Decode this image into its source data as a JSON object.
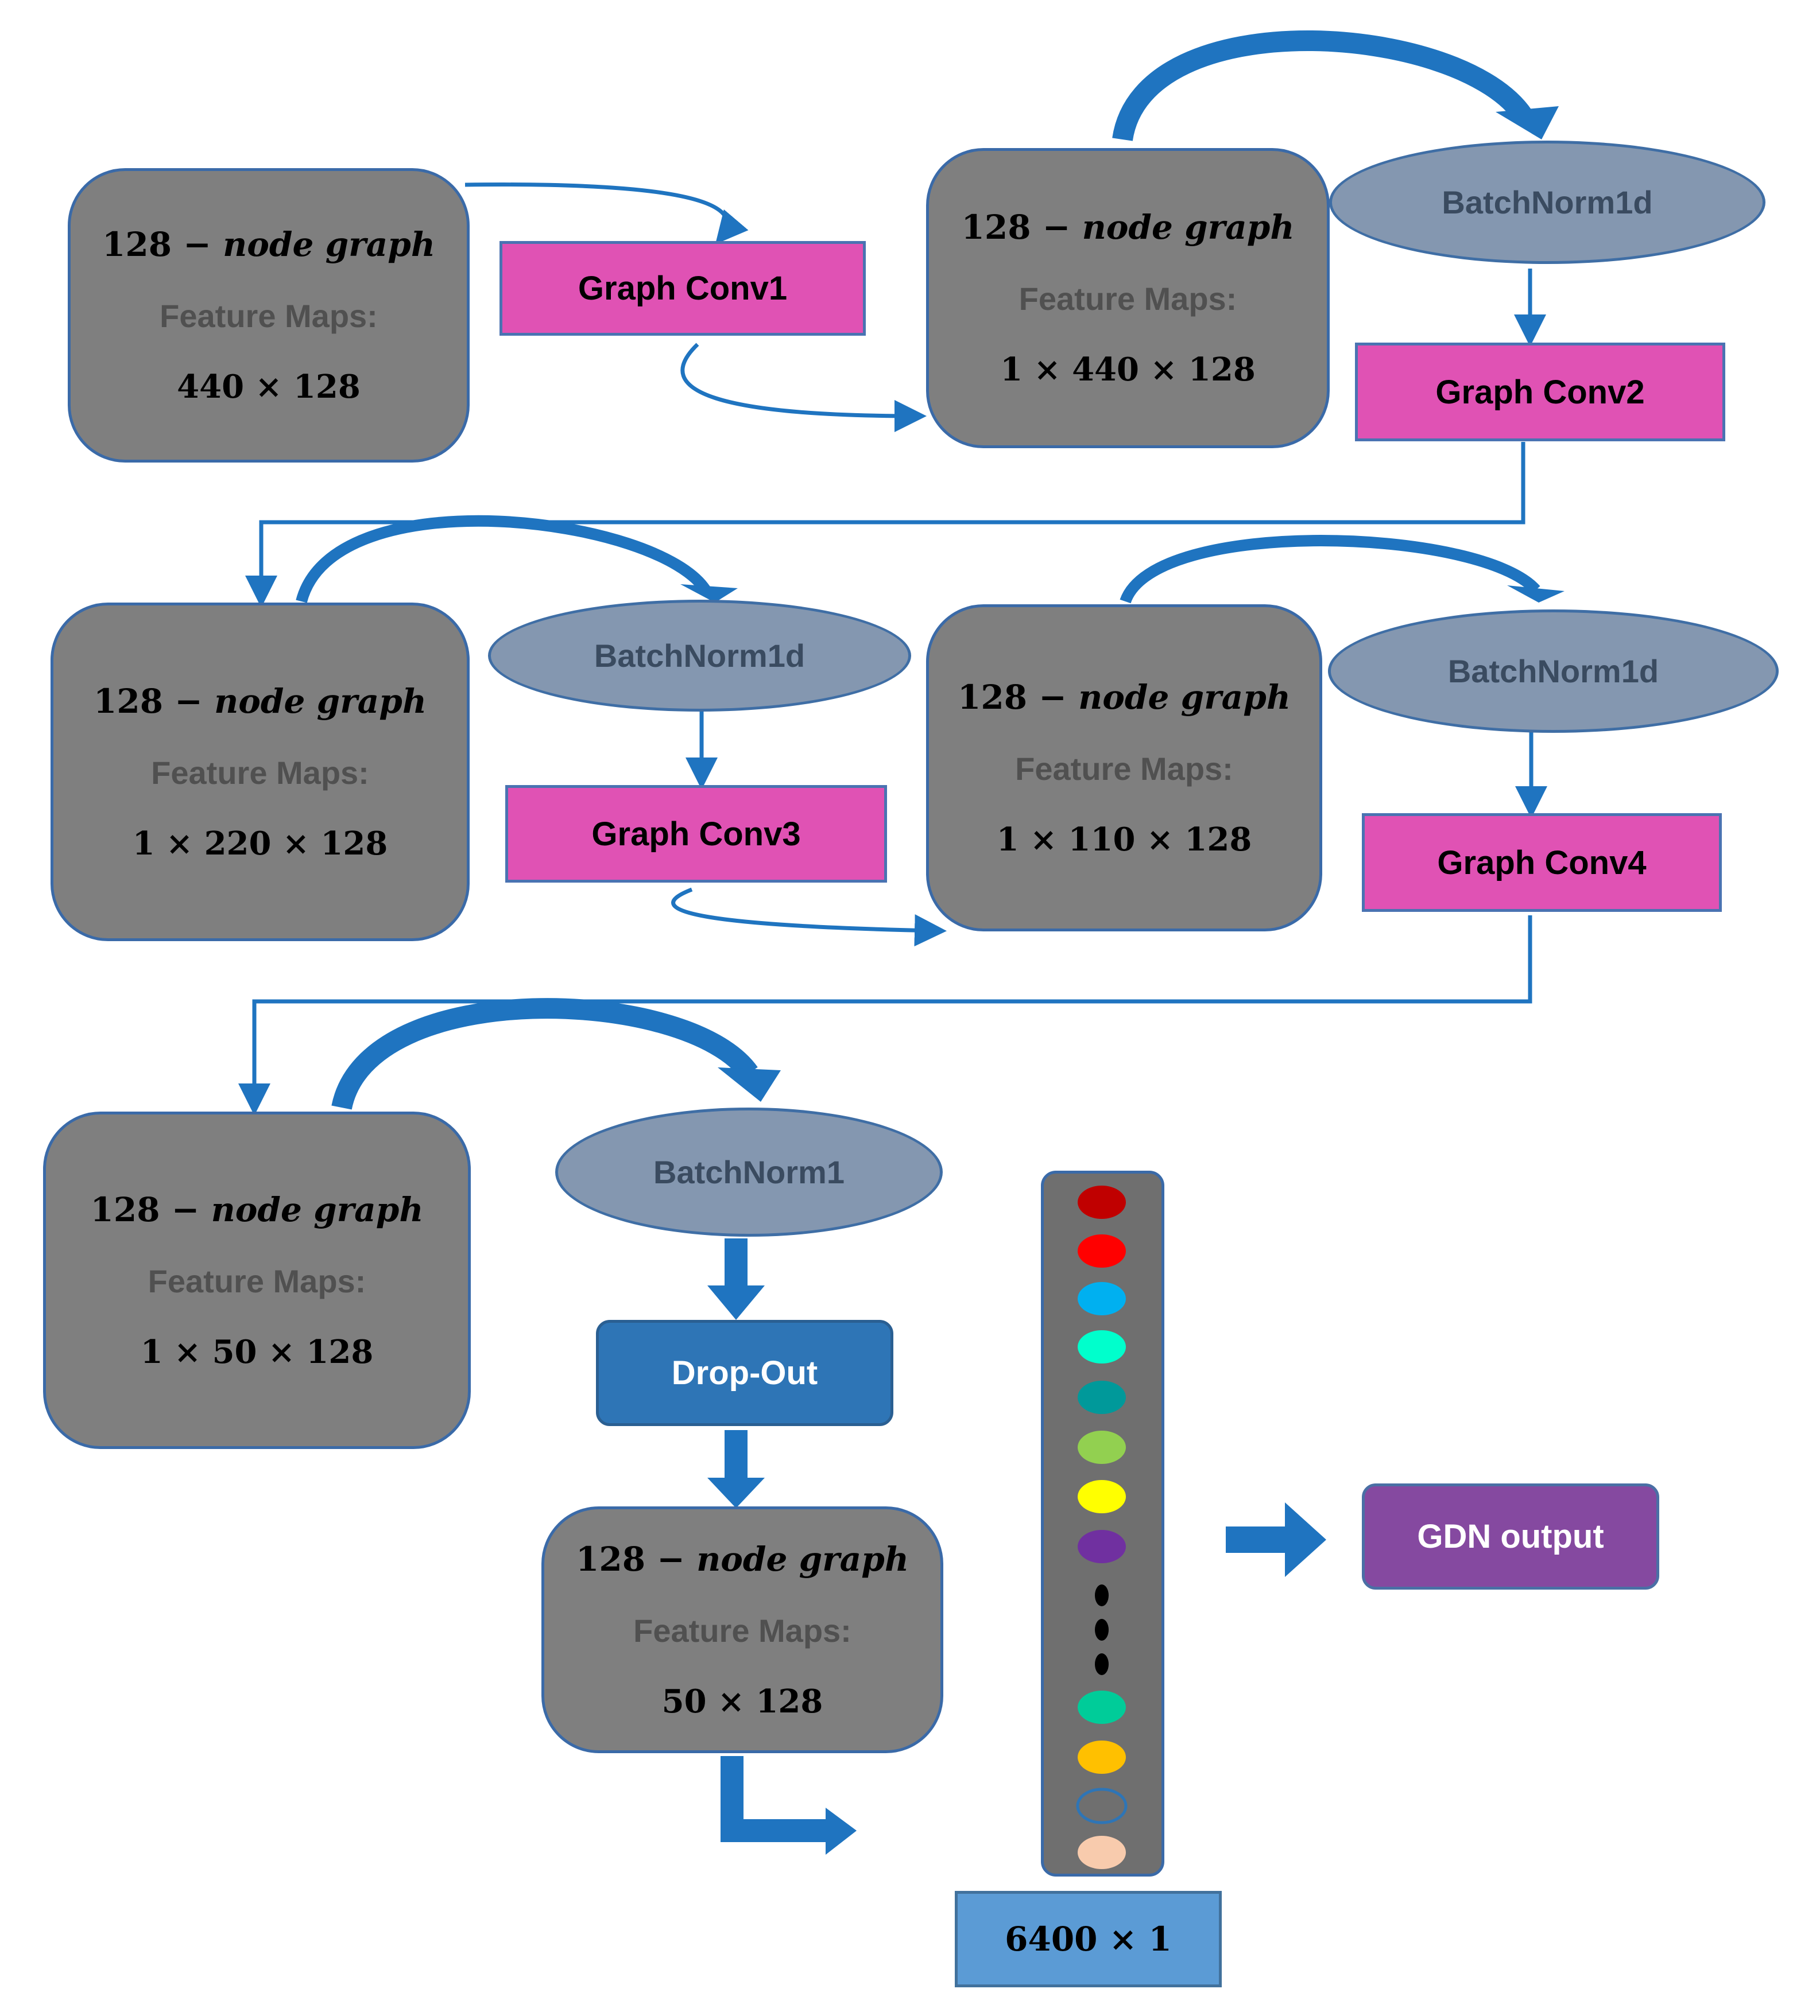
{
  "nodes": [
    {
      "title_num": "128 −",
      "title_text": "node graph",
      "label": "Feature Maps:",
      "dims": "440 × 128"
    },
    {
      "title_num": "128 −",
      "title_text": "node graph",
      "label": "Feature Maps:",
      "dims": "1 × 440 × 128"
    },
    {
      "title_num": "128 −",
      "title_text": "node graph",
      "label": "Feature Maps:",
      "dims": "1 × 220 × 128"
    },
    {
      "title_num": "128 −",
      "title_text": "node graph",
      "label": "Feature Maps:",
      "dims": "1 × 110 × 128"
    },
    {
      "title_num": "128 −",
      "title_text": "node graph",
      "label": "Feature Maps:",
      "dims": "1 × 50 × 128"
    },
    {
      "title_num": "128 −",
      "title_text": "node graph",
      "label": "Feature Maps:",
      "dims": "50 × 128"
    }
  ],
  "convs": [
    "Graph Conv1",
    "Graph Conv2",
    "Graph Conv3",
    "Graph Conv4"
  ],
  "batchnorms": [
    "BatchNorm1d",
    "BatchNorm1d",
    "BatchNorm1d",
    "BatchNorm1"
  ],
  "dropout": "Drop-Out",
  "vector_label": "6400 × 1",
  "output": "GDN output",
  "vector_dots": [
    {
      "color": "#c00000",
      "filled": true
    },
    {
      "color": "#ff0000",
      "filled": true
    },
    {
      "color": "#00b0f0",
      "filled": true
    },
    {
      "color": "#00ffcc",
      "filled": true
    },
    {
      "color": "#00999a",
      "filled": true
    },
    {
      "color": "#92d050",
      "filled": true
    },
    {
      "color": "#ffff00",
      "filled": true
    },
    {
      "color": "#7030a0",
      "filled": true
    },
    {
      "color": "#000000",
      "filled": true,
      "small": true
    },
    {
      "color": "#000000",
      "filled": true,
      "small": true
    },
    {
      "color": "#000000",
      "filled": true,
      "small": true
    },
    {
      "color": "#00cc99",
      "filled": true
    },
    {
      "color": "#ffc000",
      "filled": true
    },
    {
      "color": "#2e75b6",
      "filled": false
    },
    {
      "color": "#f8cbad",
      "filled": true
    }
  ],
  "colors": {
    "node_fill": "#7f7f7f",
    "conv_fill": "#e052b4",
    "batchnorm_fill": "#8497b0",
    "dropout_fill": "#2e75b6",
    "output_fill": "#8549a0",
    "vector_label_fill": "#5b9bd5",
    "arrow": "#1f74c0"
  }
}
